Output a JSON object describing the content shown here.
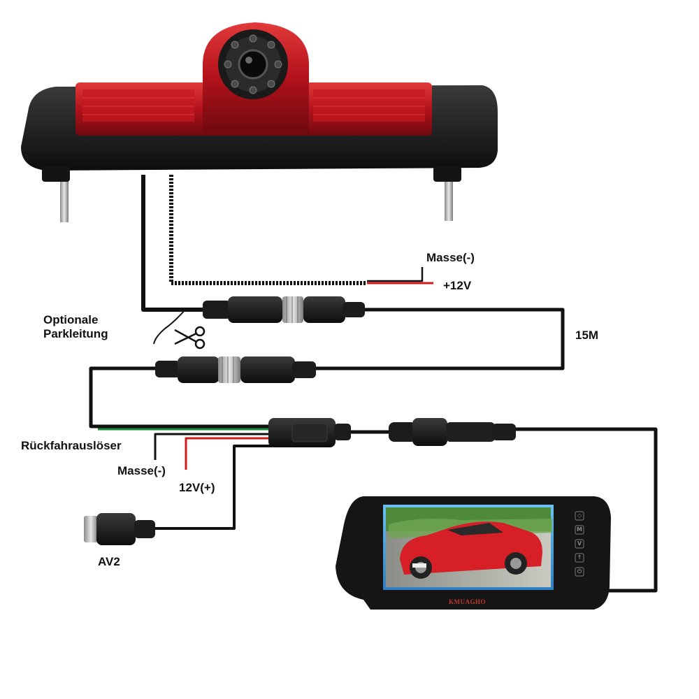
{
  "labels": {
    "masse_top": "Masse(-)",
    "plus12_top": "+12V",
    "optionale_parkleitung": "Optionale\nParkleitung",
    "length_15m": "15M",
    "rueckfahrausloeser": "Rückfahrauslöser",
    "masse_bottom": "Masse(-)",
    "v12_plus": "12V(+)",
    "av2": "AV2"
  },
  "monitor": {
    "brand": "KMUAGHO",
    "buttons": [
      "◇",
      "M",
      "V",
      "↑",
      "⏻"
    ]
  },
  "colors": {
    "lamp_red": "#b3121b",
    "housing_black": "#1a1a1a",
    "wire_black": "#111111",
    "wire_red": "#d11a1a",
    "wire_green": "#1c8a3a",
    "screen_blue": "#4fa8e6",
    "car_red": "#d61f26"
  }
}
